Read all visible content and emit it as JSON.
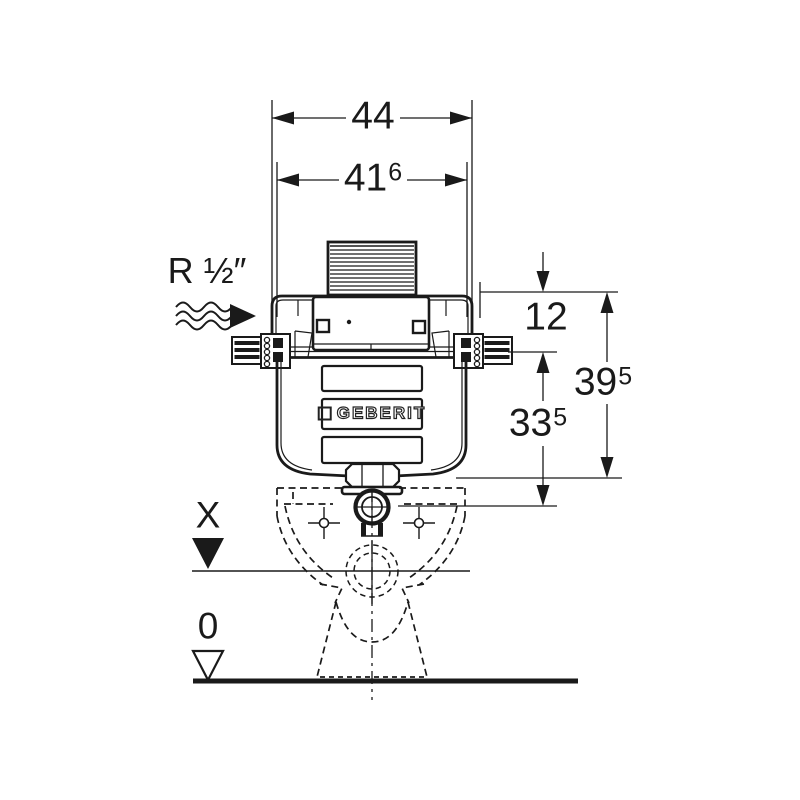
{
  "labels": {
    "width_overall": "44",
    "width_inner": {
      "base": "41",
      "sup": "6"
    },
    "supply": "R ½″",
    "height_top": "12",
    "height_total": {
      "base": "39",
      "sup": "5"
    },
    "height_valve": {
      "base": "33",
      "sup": "5"
    },
    "level_x": "X",
    "level_zero": "0",
    "brand": "GEBERIT"
  },
  "colors": {
    "line": "#1a1a1a",
    "background": "#ffffff"
  }
}
